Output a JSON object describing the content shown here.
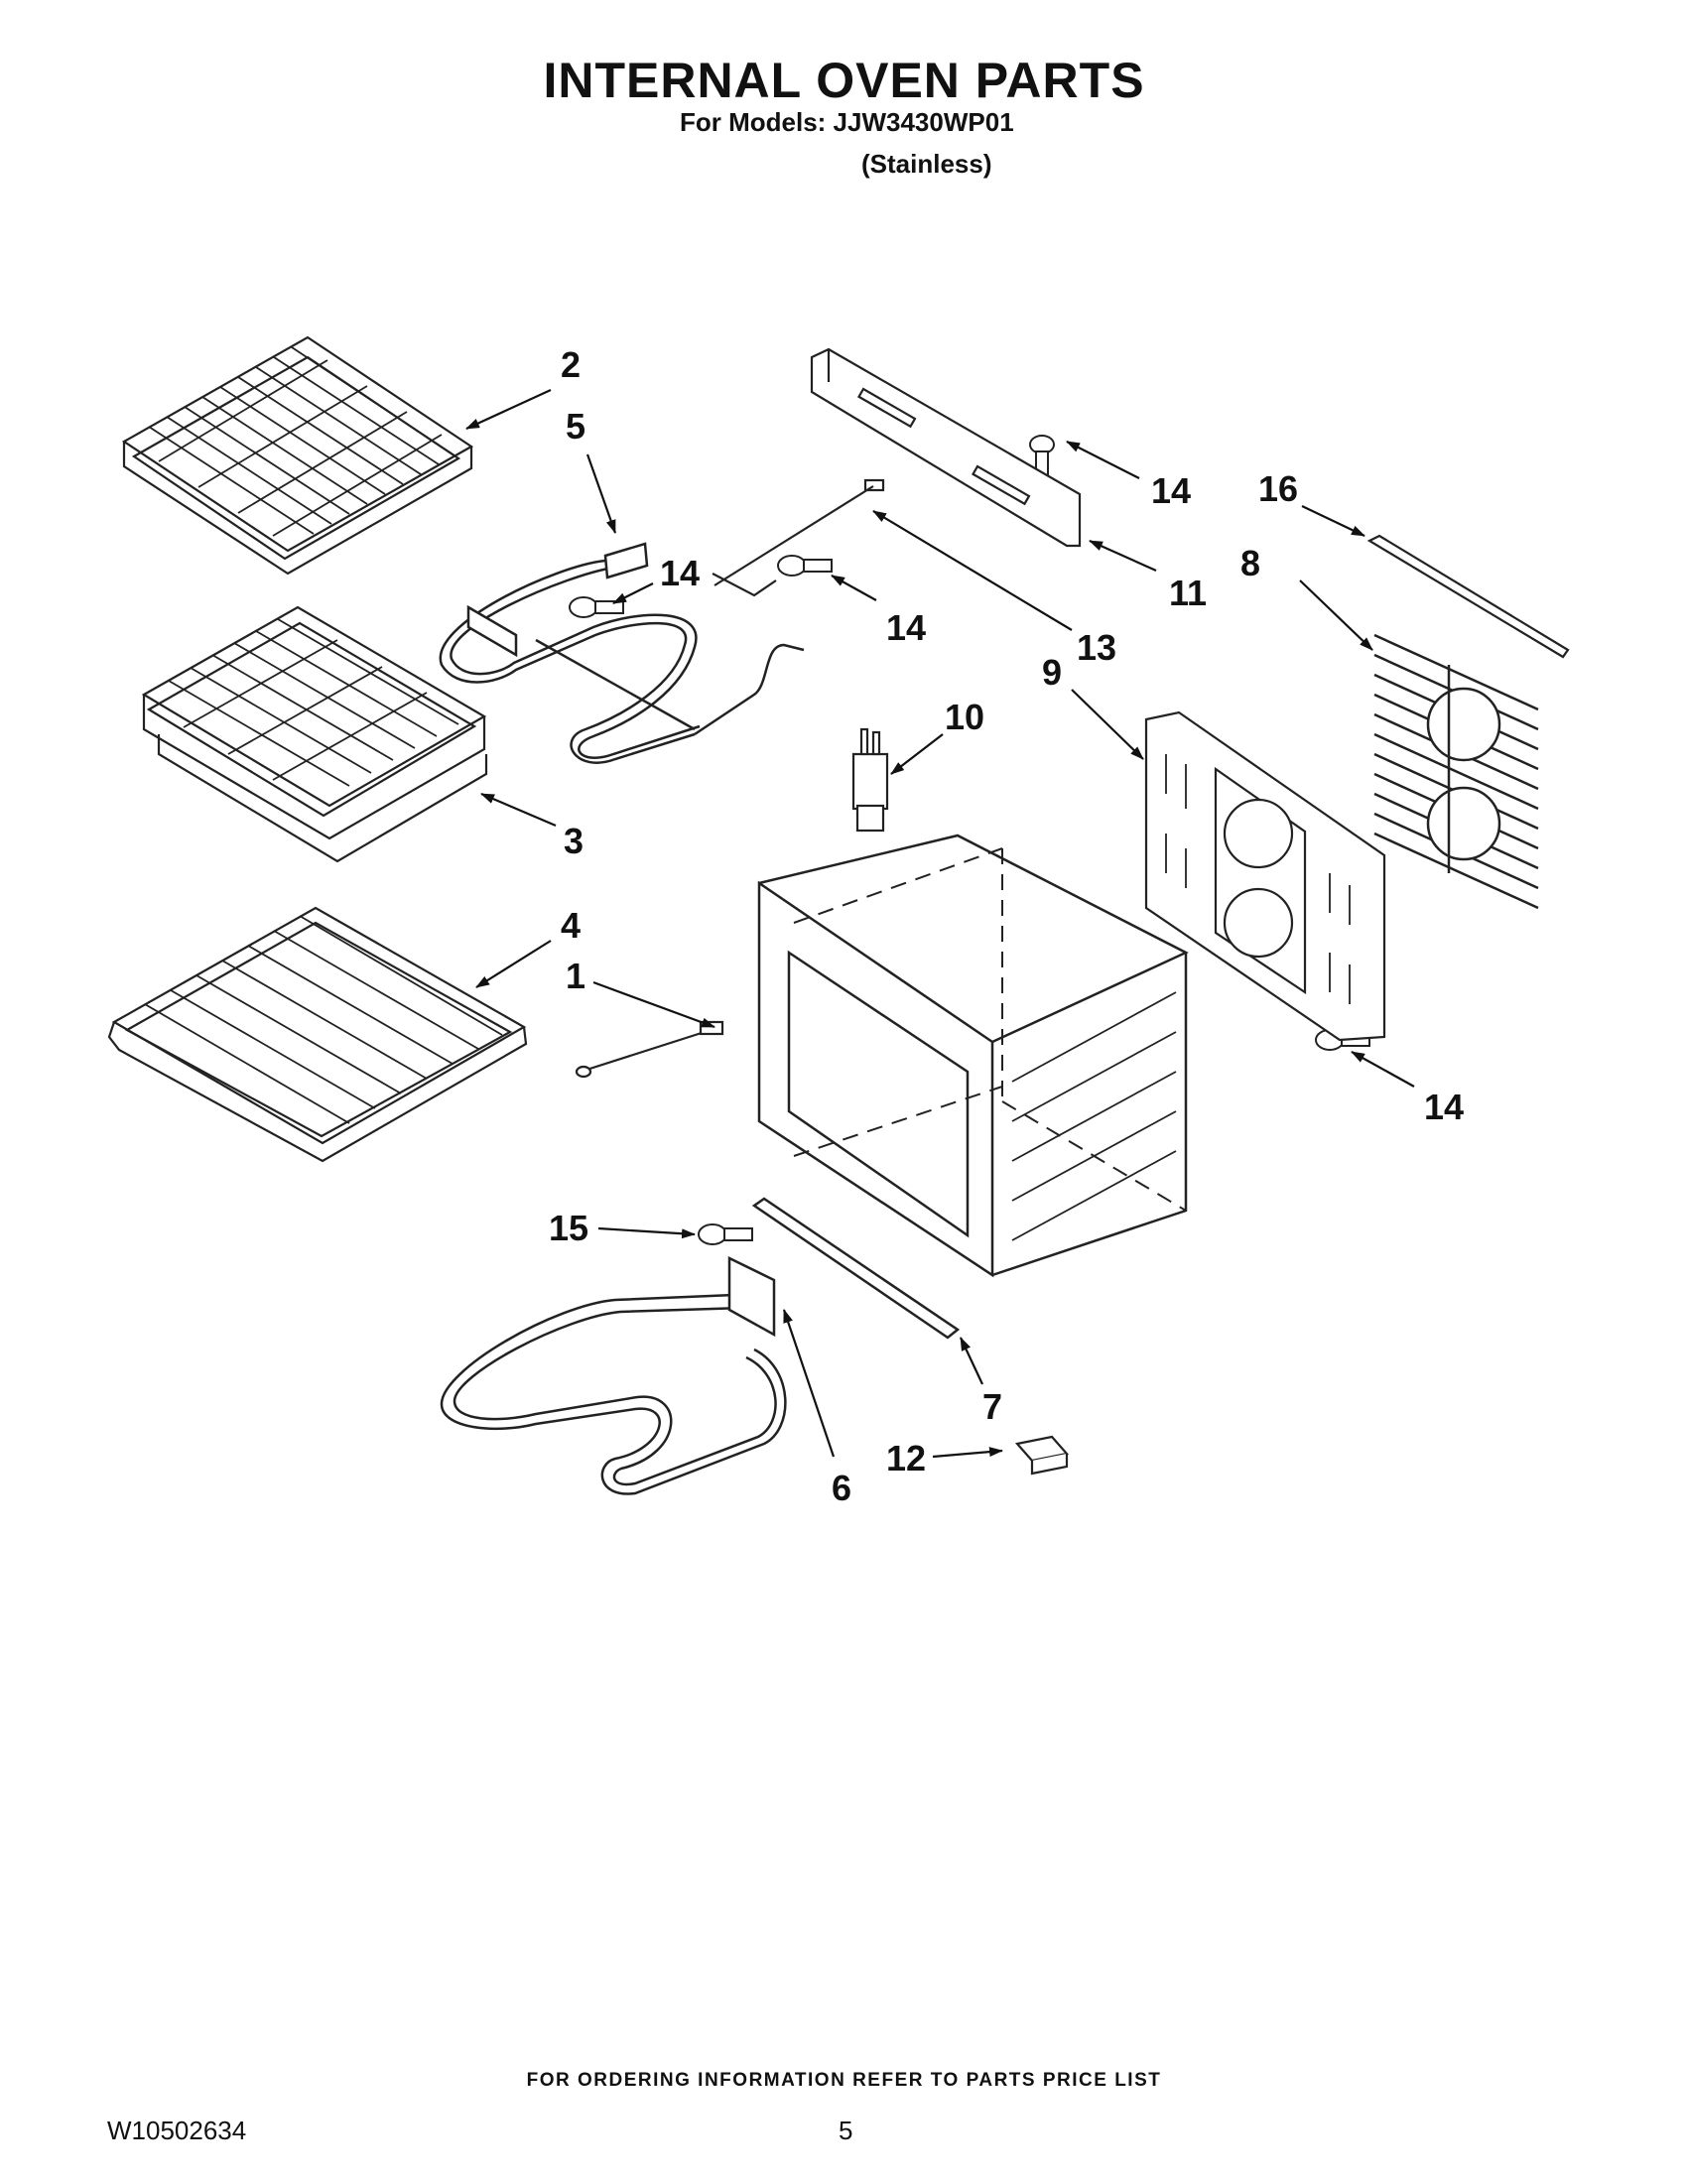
{
  "header": {
    "title": "INTERNAL OVEN PARTS",
    "models_line": "For Models: JJW3430WP01",
    "variant": "(Stainless)"
  },
  "callouts": {
    "c1": "1",
    "c2": "2",
    "c3": "3",
    "c4": "4",
    "c5": "5",
    "c6": "6",
    "c7": "7",
    "c8": "8",
    "c9": "9",
    "c10": "10",
    "c11": "11",
    "c12": "12",
    "c13": "13",
    "c14a": "14",
    "c14b": "14",
    "c14c": "14",
    "c14d": "14",
    "c15": "15",
    "c16": "16"
  },
  "footer": {
    "note": "FOR ORDERING INFORMATION REFER TO PARTS PRICE LIST",
    "doc_number": "W10502634",
    "page_number": "5"
  }
}
